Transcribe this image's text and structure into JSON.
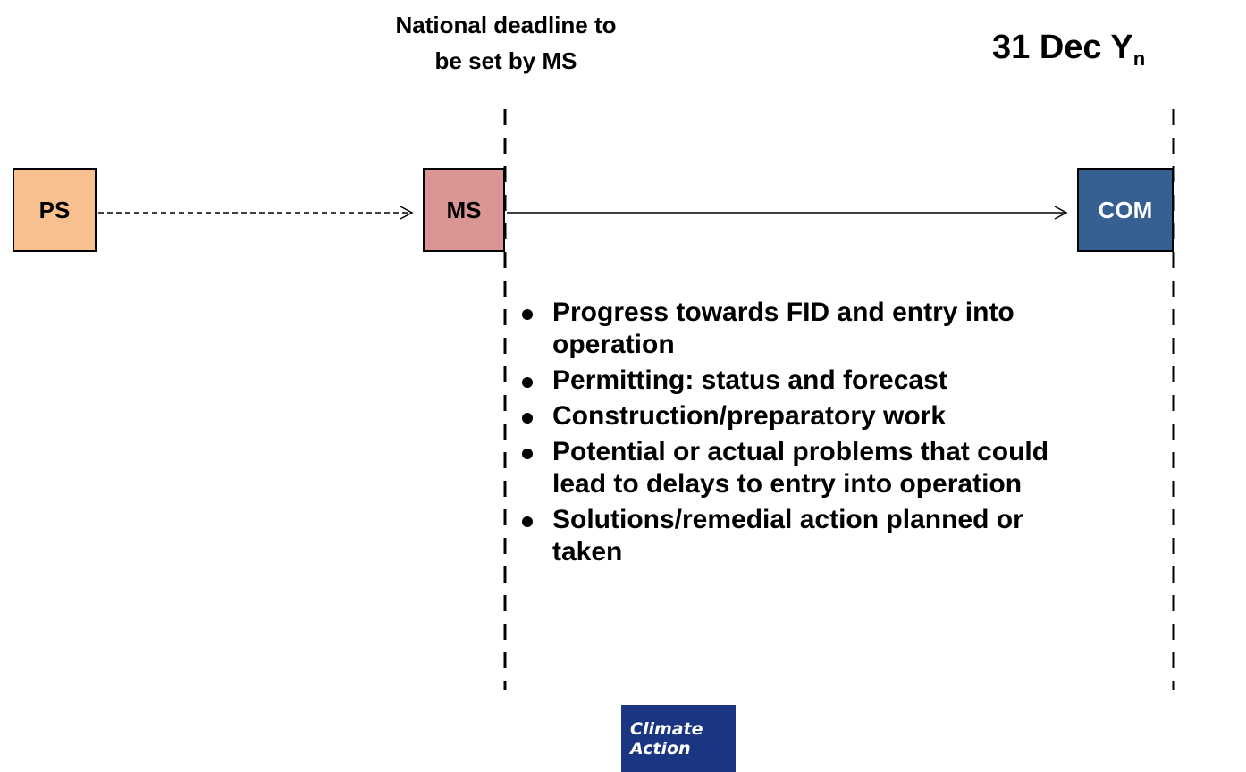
{
  "headings": {
    "deadline_line1": "National deadline to",
    "deadline_line2": "be set by MS",
    "date_main": "31 Dec Y",
    "date_sub": "n"
  },
  "nodes": {
    "ps": "PS",
    "ms": "MS",
    "com": "COM"
  },
  "colors": {
    "ps_fill": "#f9c08f",
    "ms_fill": "#d99694",
    "com_fill": "#376092",
    "logo_fill": "#1a3682"
  },
  "connectors": {
    "ps_to_ms": "dashed-arrow",
    "ms_to_com": "solid-arrow"
  },
  "bullets": [
    "Progress towards FID and entry into operation",
    "Permitting: status and forecast",
    "Construction/preparatory work",
    "Potential or actual problems that could lead to delays to entry into operation",
    "Solutions/remedial action planned or taken"
  ],
  "logo": {
    "line1": "Climate",
    "line2": "Action"
  }
}
